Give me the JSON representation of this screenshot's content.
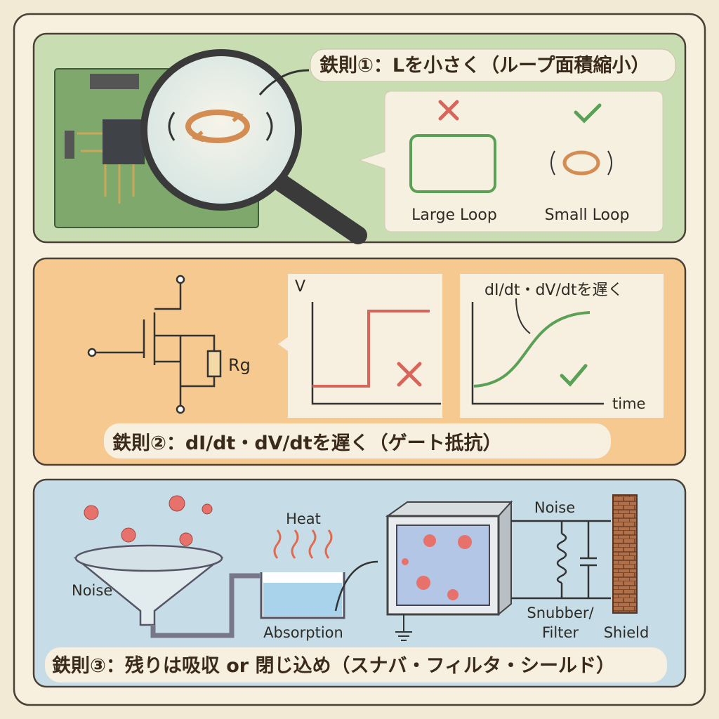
{
  "panel1": {
    "title": "鉄則①：Lを小さく（ループ面積縮小）",
    "large_loop_label": "Large Loop",
    "small_loop_label": "Small Loop",
    "colors": {
      "background": "#c8deb2",
      "bad": "#d9655a",
      "good": "#5aa055"
    }
  },
  "panel2": {
    "title": "鉄則②：dI/dt・dV/dtを遅く（ゲート抵抗）",
    "resistor_label": "Rg",
    "y_axis_label": "V",
    "x_axis_label": "time",
    "annotation": "dI/dt・dV/dtを遅く",
    "colors": {
      "background": "#f5c98f",
      "step": "#d9655a",
      "slope": "#5aa055"
    }
  },
  "panel3": {
    "title": "鉄則③：残りは吸収 or 閉じ込め（スナバ・フィルタ・シールド）",
    "noise_label": "Noise",
    "heat_label": "Heat",
    "absorption_label": "Absorption",
    "noise_label_right": "Noise",
    "snubber_label_1": "Snubber/",
    "snubber_label_2": "Filter",
    "shield_label": "Shield",
    "colors": {
      "background": "#c6dde8"
    }
  }
}
